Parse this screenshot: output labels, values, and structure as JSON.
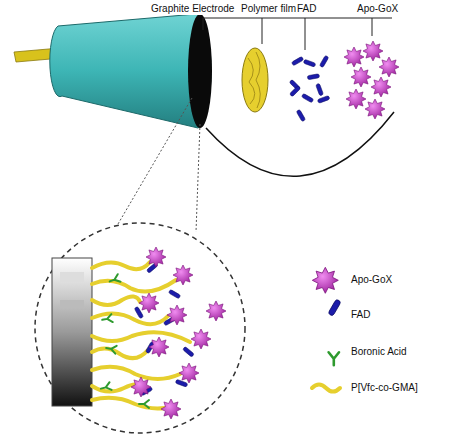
{
  "diagram": {
    "labels": [
      "Graphite Electrode",
      "Polymer film",
      "FAD",
      "Apo-GoX"
    ],
    "legend": [
      {
        "text": "Apo-GoX"
      },
      {
        "text": "FAD"
      },
      {
        "text": "Boronic Acid"
      },
      {
        "text": "P[Vfc-co-GMA]"
      }
    ]
  }
}
